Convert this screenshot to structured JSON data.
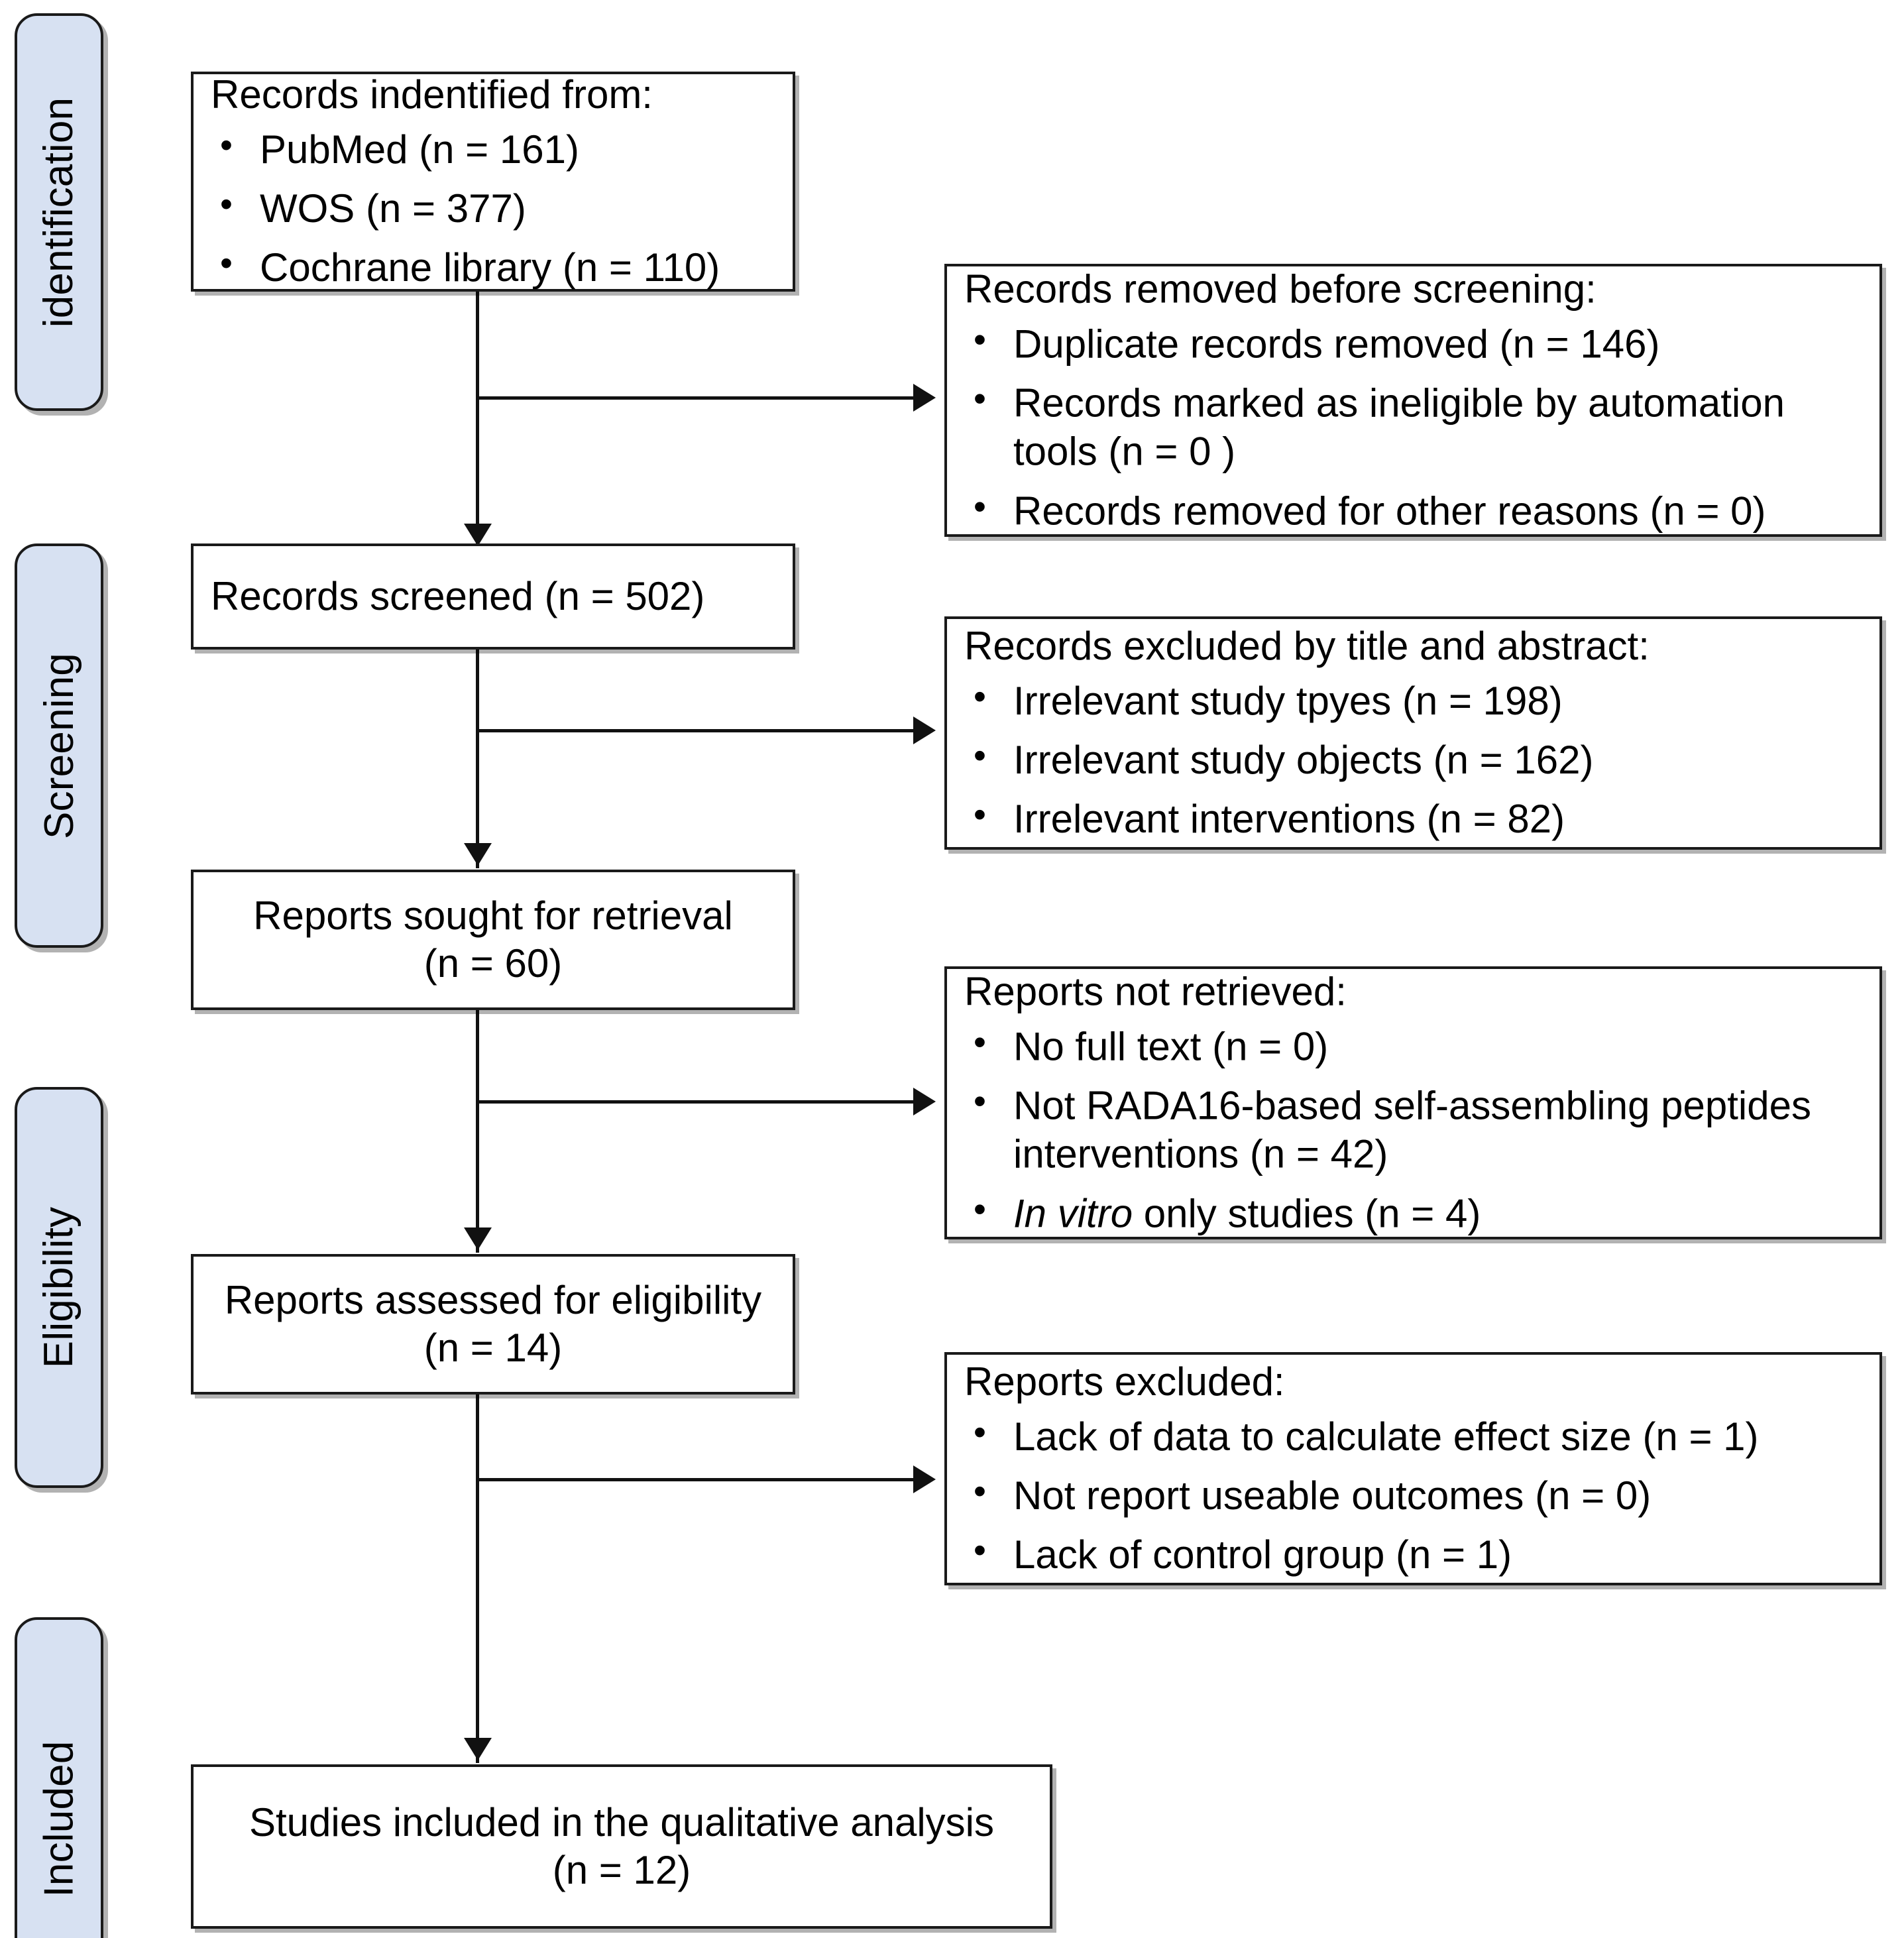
{
  "diagram": {
    "title": "PRISMA flow diagram",
    "accent_color": "#d7e1f2",
    "line_color": "#111111",
    "box_border_color": "#1a1a1a"
  },
  "phases": [
    {
      "label": "identification"
    },
    {
      "label": "Screening"
    },
    {
      "label": "Eligibility"
    },
    {
      "label": "Included"
    }
  ],
  "flow": {
    "identified": {
      "title": "Records indentified from:",
      "bullets": [
        "PubMed (n = 161)",
        "WOS (n = 377)",
        "Cochrane library (n = 110)"
      ]
    },
    "removed_before_screening": {
      "title": "Records removed before screening:",
      "bullets": [
        "Duplicate records removed (n = 146)",
        "Records marked as ineligible by automation tools (n = 0 )",
        "Records removed for other reasons (n = 0)"
      ]
    },
    "screened": {
      "title": "Records screened (n = 502)"
    },
    "excluded_title_abstract": {
      "title": "Records excluded by title and abstract:",
      "bullets": [
        "Irrelevant study tpyes (n = 198)",
        "Irrelevant study objects (n = 162)",
        "Irrelevant interventions (n = 82)"
      ]
    },
    "sought_retrieval": {
      "line1": "Reports sought for retrieval",
      "line2": "(n = 60)"
    },
    "not_retrieved": {
      "title": "Reports not retrieved:",
      "bullets": [
        "No full text (n = 0)",
        "Not RADA16-based self-assembling peptides interventions (n = 42)"
      ],
      "italic_bullet": {
        "italic": "In vitro",
        "rest": " only studies (n = 4)"
      }
    },
    "assessed_eligibility": {
      "line1": "Reports assessed for eligibility",
      "line2": "(n = 14)"
    },
    "reports_excluded": {
      "title": "Reports excluded:",
      "bullets": [
        "Lack of data to calculate effect size (n = 1)",
        "Not report useable outcomes (n = 0)",
        "Lack of control group (n = 1)"
      ]
    },
    "included_studies": {
      "line1": "Studies included in the qualitative analysis",
      "line2": "(n = 12)"
    }
  }
}
